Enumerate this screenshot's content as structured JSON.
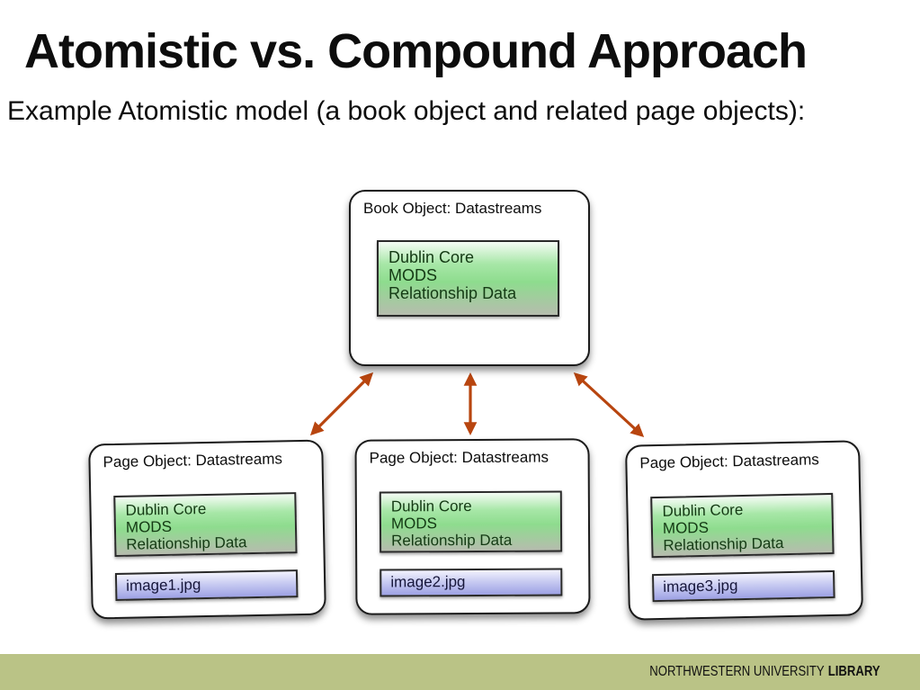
{
  "slide": {
    "title": "Atomistic vs. Compound Approach",
    "subtitle": "Example Atomistic model (a book object and related page objects):"
  },
  "diagram": {
    "book": {
      "label": "Book Object: Datastreams",
      "metadata_lines": [
        "Dublin Core",
        "MODS",
        "Relationship Data"
      ]
    },
    "pages": [
      {
        "label": "Page Object: Datastreams",
        "metadata_lines": [
          "Dublin Core",
          "MODS",
          "Relationship Data"
        ],
        "image": "image1.jpg"
      },
      {
        "label": "Page Object: Datastreams",
        "metadata_lines": [
          "Dublin Core",
          "MODS",
          "Relationship Data"
        ],
        "image": "image2.jpg"
      },
      {
        "label": "Page Object: Datastreams",
        "metadata_lines": [
          "Dublin Core",
          "MODS",
          "Relationship Data"
        ],
        "image": "image3.jpg"
      }
    ],
    "arrow_color": "#b8450f",
    "metadata_box_green": "#8edc8e",
    "image_box_blue": "#9da1e4"
  },
  "footer": {
    "institution": "NORTHWESTERN UNIVERSITY",
    "unit": "LIBRARY",
    "bar_color": "#bac386"
  }
}
